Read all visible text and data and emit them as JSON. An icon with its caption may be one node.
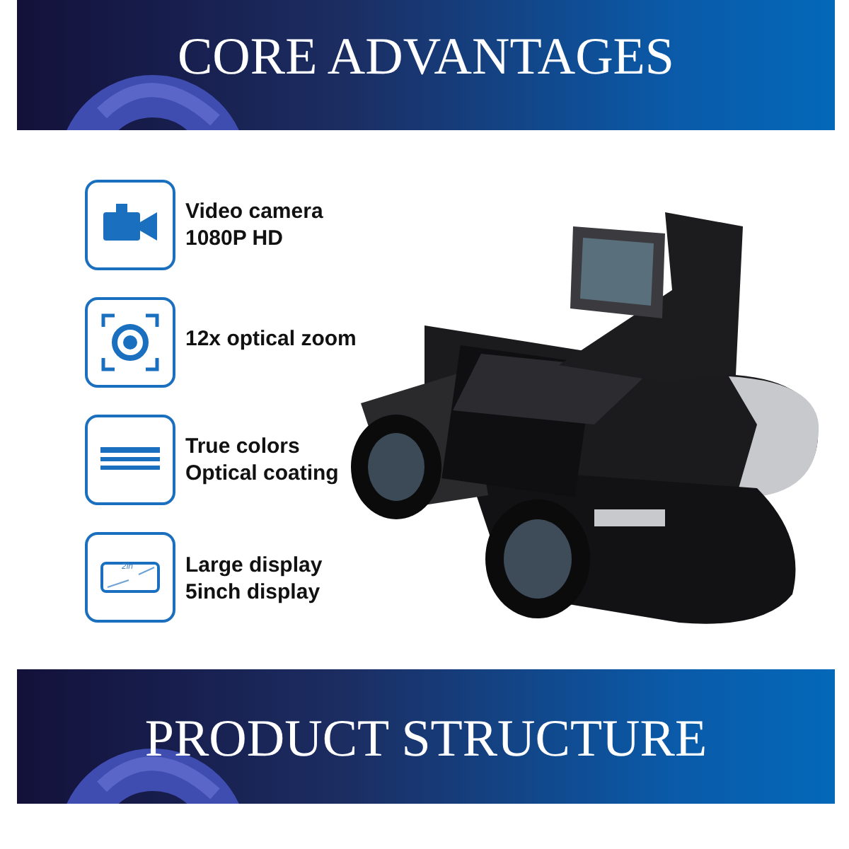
{
  "diagram": {
    "nodes": [
      {
        "text": [
          "CORE ADVANTAGES"
        ]
      },
      {
        "text": [
          "PRODUCT STRUCTURE"
        ]
      }
    ],
    "labels": [
      "Video camera 1080P HD",
      "12x optical zoom",
      "True colors Optical coating",
      "2in",
      "Large display 5inch display"
    ]
  }
}
